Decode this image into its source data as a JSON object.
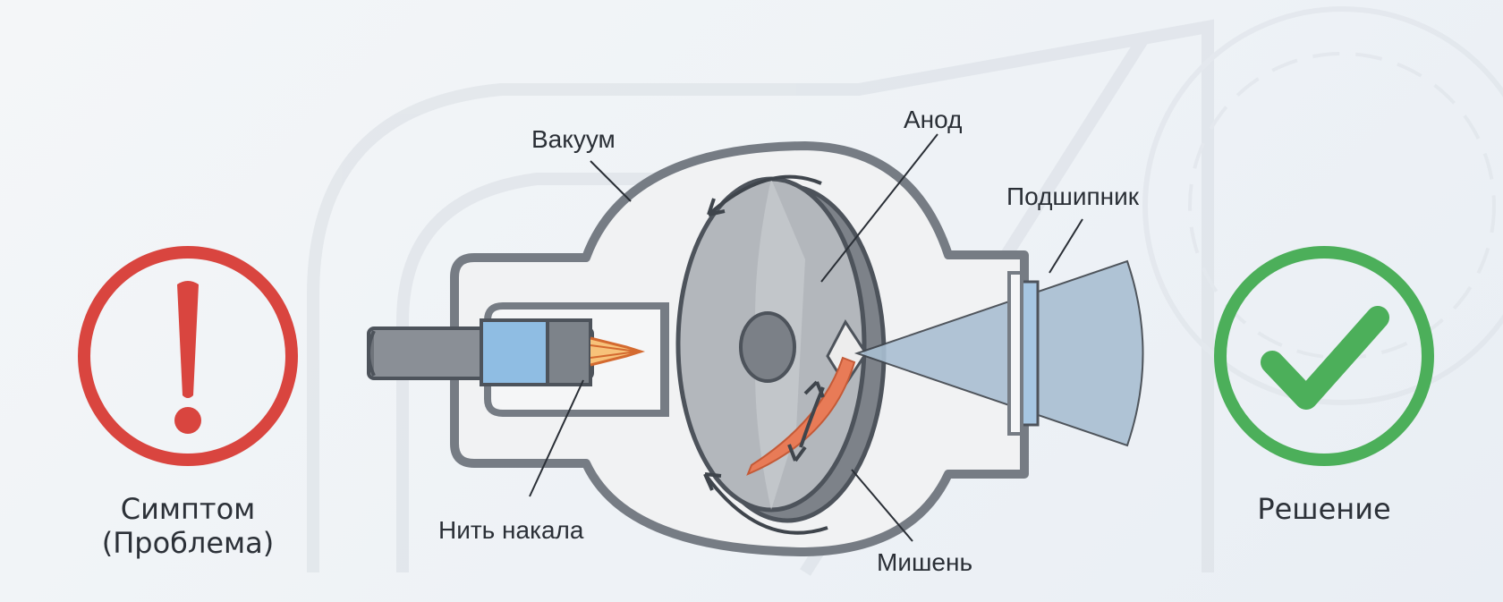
{
  "labels": {
    "vacuum": "Вакуум",
    "anode": "Анод",
    "bearing": "Подшипник",
    "filament": "Нить накала",
    "target": "Мишень"
  },
  "symptom": {
    "line1": "Симптом",
    "line2": "(Проблема)",
    "icon": "exclamation-icon",
    "color": "#d9453f"
  },
  "solution": {
    "label": "Решение",
    "icon": "checkmark-icon",
    "color": "#4caf5a"
  }
}
